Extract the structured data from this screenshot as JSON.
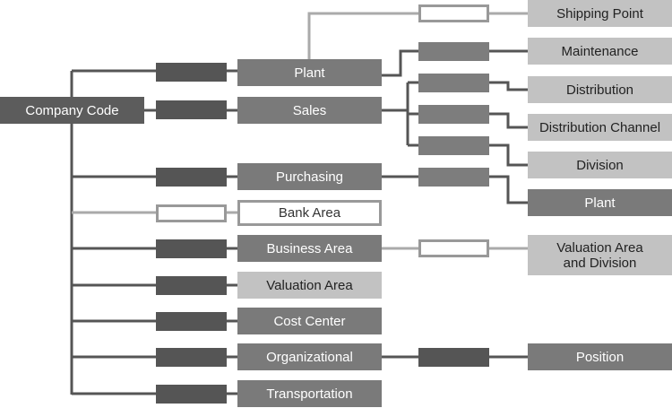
{
  "root": {
    "label": "Company Code"
  },
  "level1": [
    {
      "key": "plant",
      "label": "Plant"
    },
    {
      "key": "sales",
      "label": "Sales"
    },
    {
      "key": "purchasing",
      "label": "Purchasing"
    },
    {
      "key": "bank_area",
      "label": "Bank Area"
    },
    {
      "key": "business_area",
      "label": "Business Area"
    },
    {
      "key": "valuation_area",
      "label": "Valuation Area"
    },
    {
      "key": "cost_center",
      "label": "Cost Center"
    },
    {
      "key": "organizational",
      "label": "Organizational"
    },
    {
      "key": "transportation",
      "label": "Transportation"
    }
  ],
  "level2": [
    {
      "key": "shipping_point",
      "label": "Shipping Point",
      "parent": "Plant"
    },
    {
      "key": "maintenance",
      "label": "Maintenance",
      "parent": "Plant"
    },
    {
      "key": "distribution",
      "label": "Distribution",
      "parent": "Sales"
    },
    {
      "key": "distribution_channel",
      "label": "Distribution Channel",
      "parent": "Sales"
    },
    {
      "key": "division",
      "label": "Division",
      "parent": "Sales"
    },
    {
      "key": "plant",
      "label": "Plant",
      "parent": "Purchasing"
    },
    {
      "key": "valuation_area_division",
      "label": "Valuation Area and Division",
      "parent": "Business Area"
    },
    {
      "key": "position",
      "label": "Position",
      "parent": "Organizational"
    }
  ],
  "colors": {
    "dark": "#5c5c5c",
    "mid": "#7a7a7a",
    "light": "#c2c2c2",
    "line_dark": "#555555",
    "line_light": "#aaaaaa",
    "outline": "#999999"
  }
}
